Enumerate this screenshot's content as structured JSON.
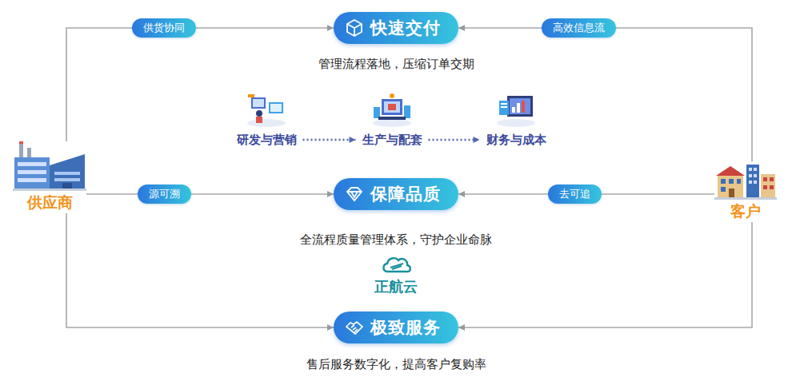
{
  "diagram": {
    "nodes": [
      {
        "text": [
          "快速交付"
        ]
      },
      {
        "text": [
          "研发与营销"
        ]
      },
      {
        "text": [
          "生产与配套"
        ]
      },
      {
        "text": [
          "财务与成本"
        ]
      },
      {
        "text": [
          "供应商"
        ]
      },
      {
        "text": [
          "保障品质"
        ]
      },
      {
        "text": [
          "客户"
        ]
      },
      {
        "text": [
          "极致服务"
        ]
      }
    ],
    "edges": [
      {
        "from": 1,
        "to": 2,
        "arrow": "to"
      },
      {
        "from": 2,
        "to": 3,
        "arrow": "to"
      },
      {
        "from": 4,
        "to": 0,
        "label": "供货协同",
        "arrow": "to"
      },
      {
        "from": 6,
        "to": 0,
        "label": "高效信息流",
        "arrow": "to"
      },
      {
        "from": 4,
        "to": 5,
        "label": "源可溯",
        "arrow": "to"
      },
      {
        "from": 6,
        "to": 5,
        "label": "去可追",
        "arrow": "to"
      },
      {
        "from": 4,
        "to": 7,
        "arrow": "to"
      },
      {
        "from": 6,
        "to": 7,
        "arrow": "to"
      }
    ],
    "labels": [
      "管理流程落地，压缩订单交期",
      "全流程质量管理体系，守护企业命脉",
      "正航云",
      "售后服务数字化，提高客户复购率"
    ]
  }
}
